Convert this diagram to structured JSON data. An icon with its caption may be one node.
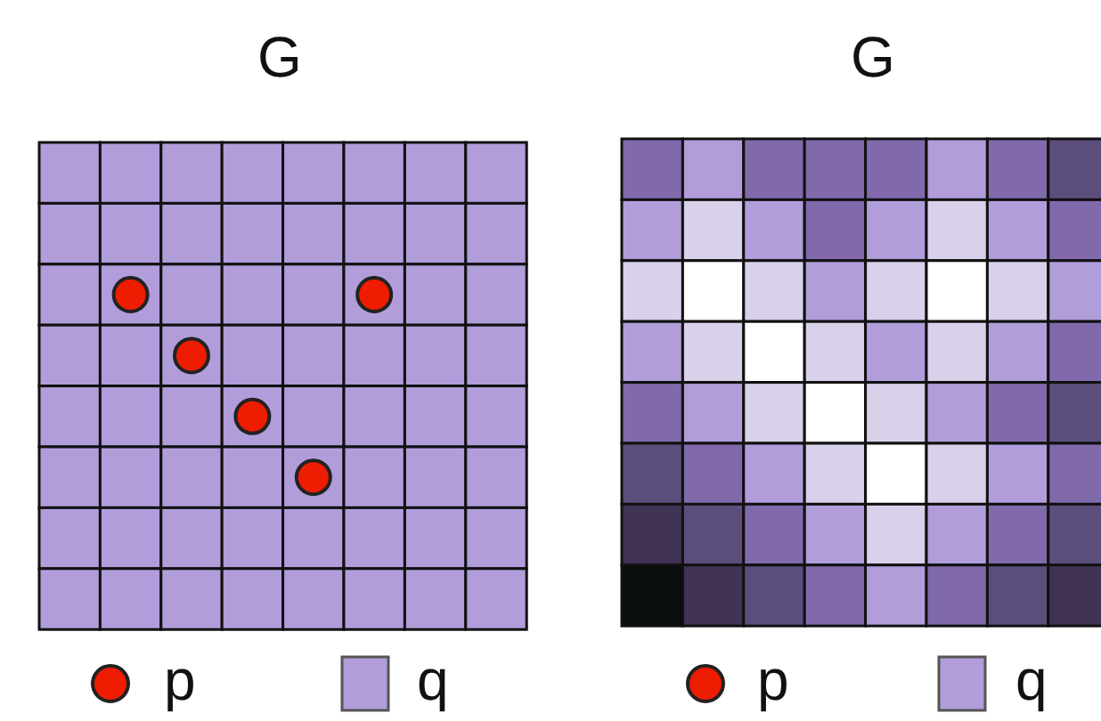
{
  "diagram": {
    "labels": [
      "G",
      "G"
    ],
    "legend": [
      {
        "text": "p"
      },
      {
        "text": "q",
        "color": "#b09dda"
      },
      {
        "text": "p"
      },
      {
        "text": "q",
        "color": "#b09dda"
      }
    ]
  }
}
